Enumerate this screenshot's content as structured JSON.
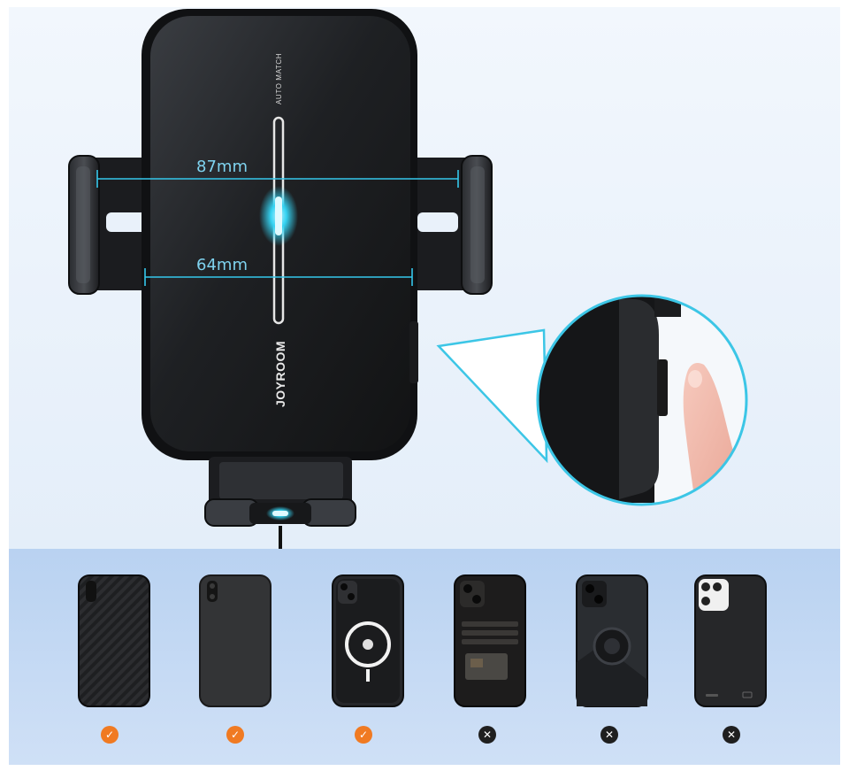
{
  "product": {
    "brand": "JOYROOM",
    "feature_label": "AUTO MATCH"
  },
  "measurements": {
    "max_width_label": "87mm",
    "min_width_label": "64mm"
  },
  "colors": {
    "accent_light": "#35d3f2",
    "callout_ring": "#3cc6e6",
    "ok_mark": "#f07a22",
    "no_mark": "#1f1f1f"
  },
  "compatibility": {
    "cases": [
      {
        "name": "woven-leather-case",
        "supported": true,
        "mark_icon": "check-circle-icon",
        "mark_glyph": "✓"
      },
      {
        "name": "matte-silicone-case",
        "supported": true,
        "mark_icon": "check-circle-icon",
        "mark_glyph": "✓"
      },
      {
        "name": "clear-magnetic-ring-case",
        "supported": true,
        "mark_icon": "check-circle-icon",
        "mark_glyph": "✓"
      },
      {
        "name": "wallet-card-case",
        "supported": false,
        "mark_icon": "cross-circle-icon",
        "mark_glyph": "✕"
      },
      {
        "name": "ring-holder-case",
        "supported": false,
        "mark_icon": "cross-circle-icon",
        "mark_glyph": "✕"
      },
      {
        "name": "battery-case",
        "supported": false,
        "mark_icon": "cross-circle-icon",
        "mark_glyph": "✕"
      }
    ]
  }
}
